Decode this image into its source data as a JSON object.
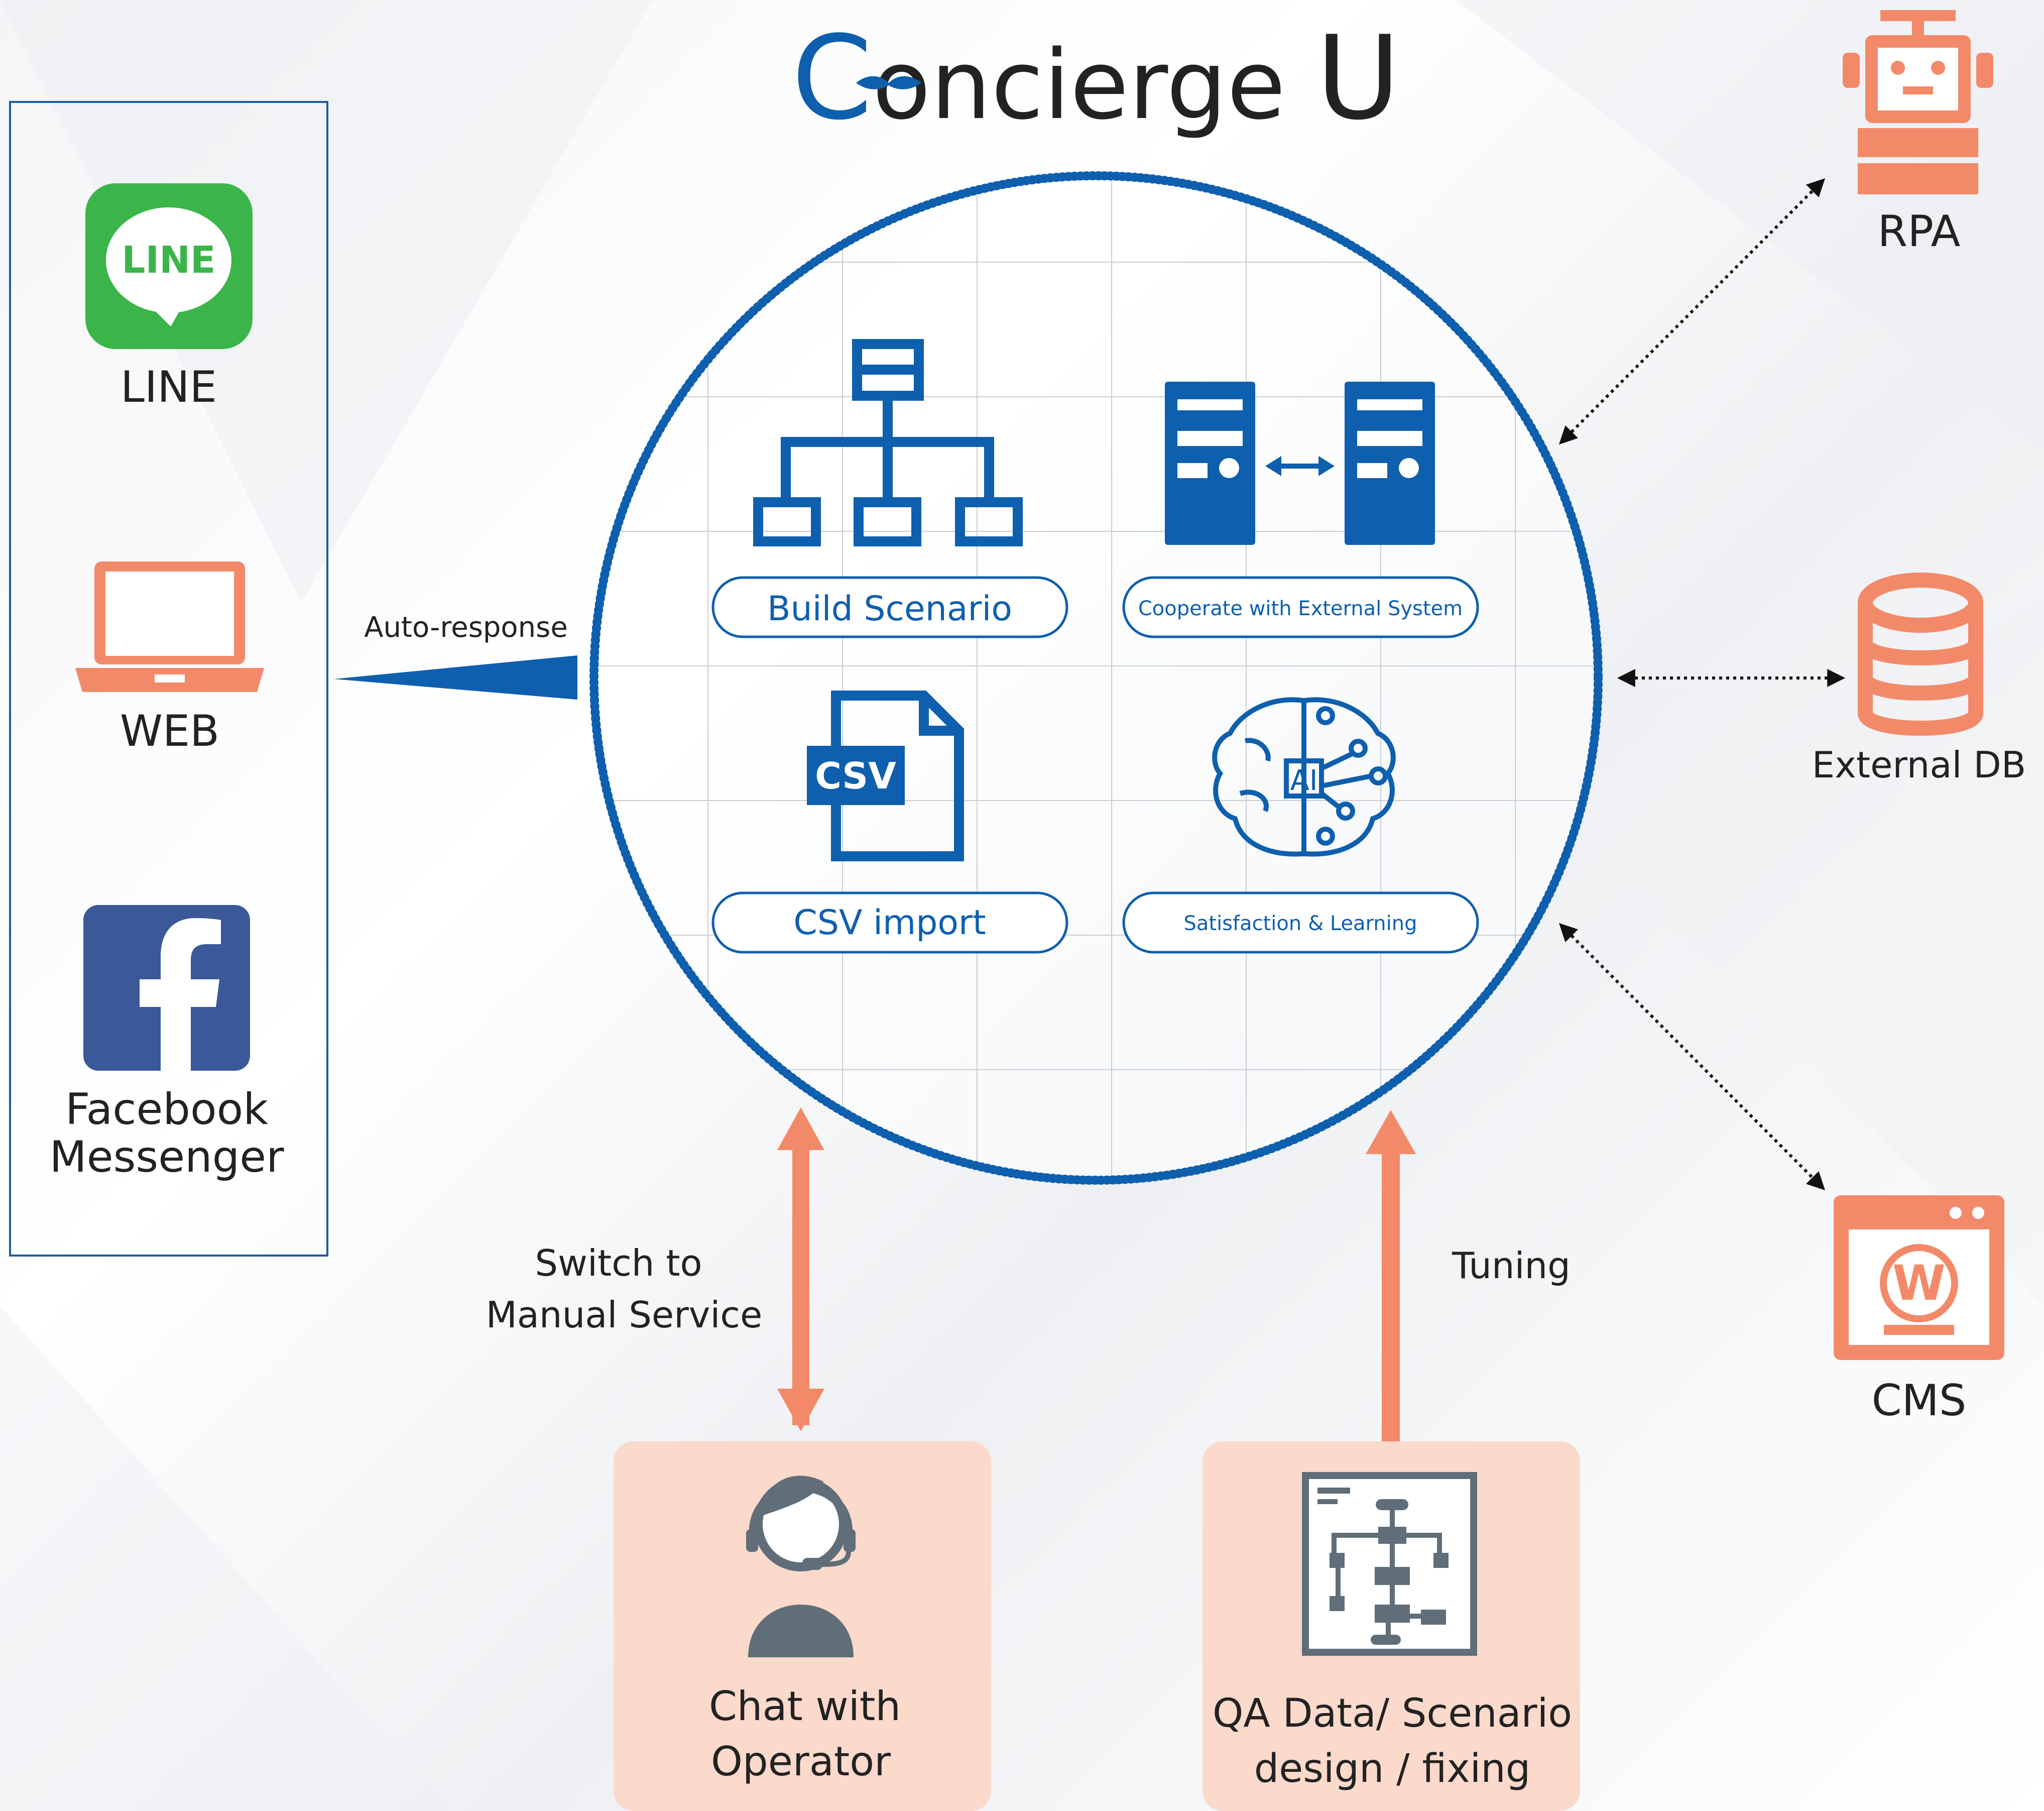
{
  "logo": {
    "text": "Concierge U"
  },
  "channels": {
    "line_badge": "LINE",
    "line": "LINE",
    "web": "WEB",
    "facebook_line1": "Facebook",
    "facebook_line2": "Messenger"
  },
  "auto_response": "Auto-response",
  "features": {
    "build_scenario": "Build Scenario",
    "cooperate": "Cooperate with External System",
    "csv_badge": "CSV",
    "csv_import": "CSV import",
    "ai_badge": "AI",
    "satisfaction": "Satisfaction & Learning"
  },
  "integrations": {
    "rpa": "RPA",
    "external_db": "External DB",
    "cms": "CMS"
  },
  "bottom": {
    "switch_line1": "Switch to",
    "switch_line2": "Manual Service",
    "tuning": "Tuning",
    "chat_line1": "Chat with",
    "chat_line2": "Operator",
    "qa_line1": "QA Data/ Scenario",
    "qa_line2": "design / fixing"
  },
  "colors": {
    "blue": "#0e5fae",
    "salmon": "#f28a6a",
    "peach_box": "#fbd9cb",
    "line_green": "#3bb54a",
    "facebook_blue": "#3b5998",
    "gray_icon": "#5f6e78"
  }
}
